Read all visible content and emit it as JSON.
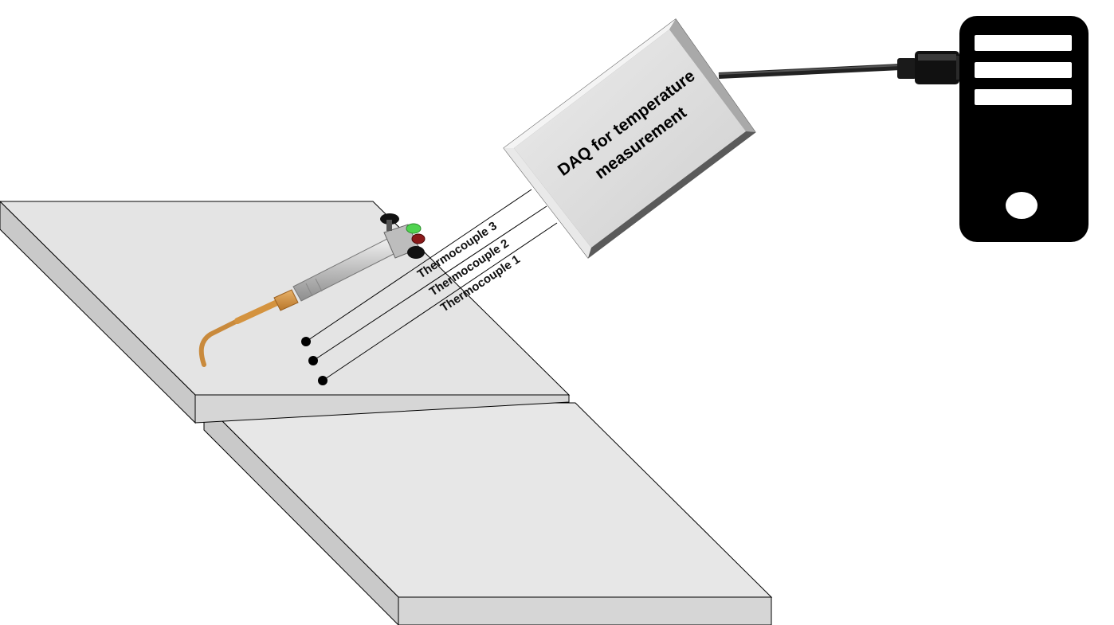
{
  "daq": {
    "label_line1": "DAQ for temperature",
    "label_line2": "measurement"
  },
  "thermocouples": [
    {
      "label": "Thermocouple 3"
    },
    {
      "label": "Thermocouple 2"
    },
    {
      "label": "Thermocouple 1"
    }
  ],
  "colors": {
    "plate_top": "#e6e6e6",
    "plate_side": "#cfcfcf",
    "plate_edge": "#000000",
    "daq_face": "#dcdcdc",
    "daq_bevel_light": "#f2f2f2",
    "daq_bevel_dark": "#6f6f6f",
    "computer": "#000000",
    "torch_nozzle": "#d4933f",
    "torch_body": "#c8c8c8",
    "valve_green": "#4fd34f",
    "valve_red": "#8b1a1a"
  },
  "icons": {
    "computer": "desktop-tower-icon",
    "torch": "gas-welding-torch-icon",
    "usb": "usb-plug-icon"
  }
}
